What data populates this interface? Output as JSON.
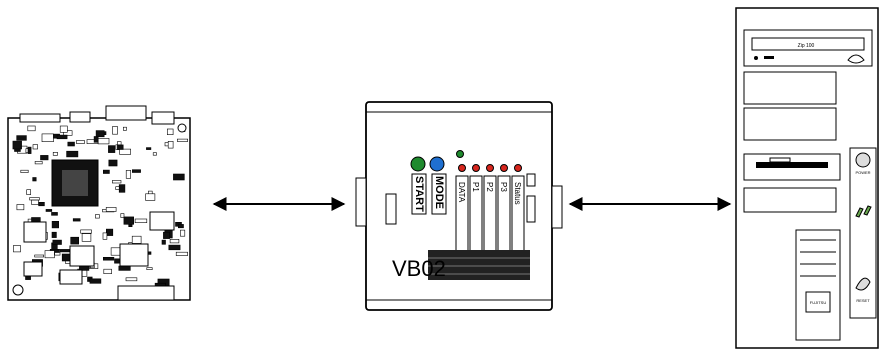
{
  "title": "",
  "devices": {
    "target_board": {
      "kind": "pcb"
    },
    "programmer": {
      "model_label": "VB02",
      "buttons": [
        {
          "label": "START",
          "color": "#1f8a2e"
        },
        {
          "label": "MODE",
          "color": "#1f6fd0"
        }
      ],
      "status_columns": [
        "DATA",
        "P1",
        "P2",
        "P3",
        "Status"
      ],
      "led_color": "#d7261e",
      "extra_led_color": "#1f8a2e"
    },
    "pc_tower": {
      "drive_label": "Zip 100",
      "brand_label": "FUJITSU",
      "power_label": "POWER",
      "reset_label": "RESET"
    }
  },
  "connections": [
    {
      "from": "target_board",
      "to": "programmer",
      "type": "bidirectional"
    },
    {
      "from": "programmer",
      "to": "pc_tower",
      "type": "bidirectional"
    }
  ]
}
